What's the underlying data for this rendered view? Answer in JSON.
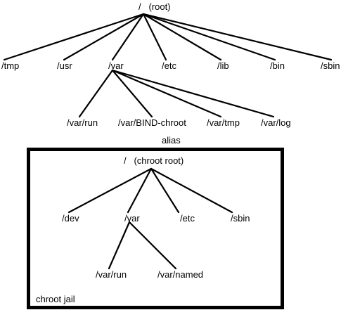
{
  "colors": {
    "line": "#000000",
    "background": "#ffffff"
  },
  "main_tree": {
    "root": "/   (root)",
    "children": {
      "tmp": "/tmp",
      "usr": "/usr",
      "var": "/var",
      "etc": "/etc",
      "lib": "/lib",
      "bin": "/bin",
      "sbin": "/sbin"
    },
    "var_children": {
      "run": "/var/run",
      "bind_chroot": "/var/BIND-chroot",
      "tmp": "/var/tmp",
      "log": "/var/log"
    }
  },
  "alias_label": "alias",
  "jail": {
    "label": "chroot jail",
    "root": "/   (chroot root)",
    "children": {
      "dev": "/dev",
      "var": "/var",
      "etc": "/etc",
      "sbin": "/sbin"
    },
    "var_children": {
      "run": "/var/run",
      "named": "/var/named"
    }
  }
}
